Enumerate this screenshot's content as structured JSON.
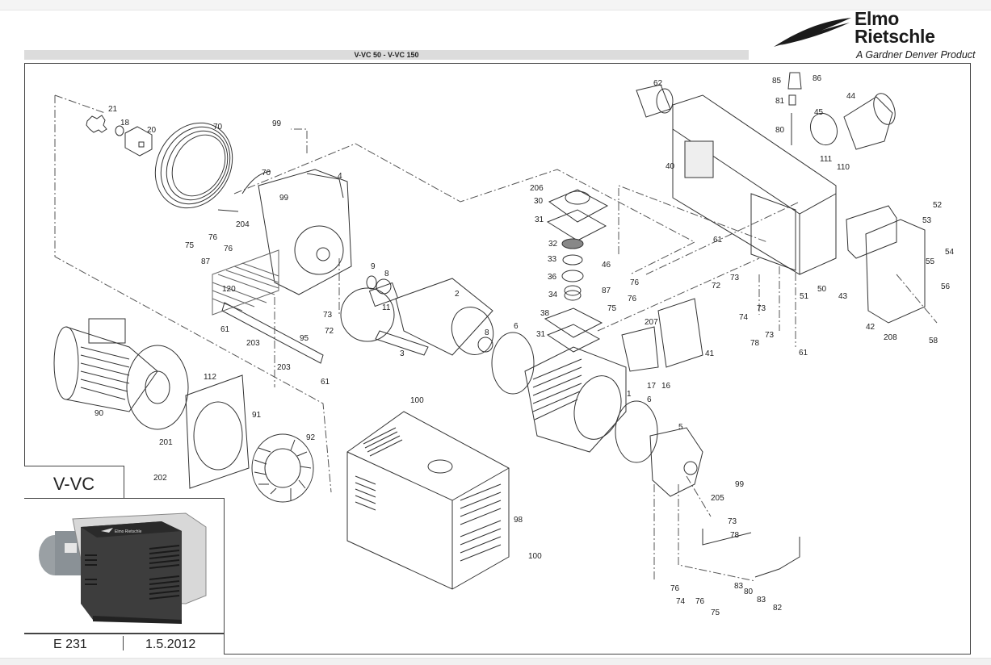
{
  "document": {
    "title": "V-VC 50  -  V-VC 150",
    "series": "V-VC",
    "document_code": "E 231",
    "date": "1.5.2012"
  },
  "brand": {
    "name_line1": "Elmo",
    "name_line2": "Rietschle",
    "tagline": "A Gardner Denver Product",
    "logo_icon": "swoosh-logo-icon",
    "color": "#1b1b1b"
  },
  "photo": {
    "description": "Product photo of V-VC vacuum pump",
    "cover_label": "Elmo Rietschle"
  },
  "part_labels": [
    {
      "id": "21",
      "text": "21"
    },
    {
      "id": "18",
      "text": "18"
    },
    {
      "id": "20",
      "text": "20"
    },
    {
      "id": "70a",
      "text": "70"
    },
    {
      "id": "99a",
      "text": "99"
    },
    {
      "id": "70b",
      "text": "70"
    },
    {
      "id": "4",
      "text": "4"
    },
    {
      "id": "99b",
      "text": "99"
    },
    {
      "id": "204",
      "text": "204"
    },
    {
      "id": "75a",
      "text": "75"
    },
    {
      "id": "76a",
      "text": "76"
    },
    {
      "id": "76b",
      "text": "76"
    },
    {
      "id": "87a",
      "text": "87"
    },
    {
      "id": "120",
      "text": "120"
    },
    {
      "id": "9",
      "text": "9"
    },
    {
      "id": "8a",
      "text": "8"
    },
    {
      "id": "11",
      "text": "11"
    },
    {
      "id": "2",
      "text": "2"
    },
    {
      "id": "3",
      "text": "3"
    },
    {
      "id": "8b",
      "text": "8"
    },
    {
      "id": "73a",
      "text": "73"
    },
    {
      "id": "72a",
      "text": "72"
    },
    {
      "id": "61a",
      "text": "61"
    },
    {
      "id": "203a",
      "text": "203"
    },
    {
      "id": "203b",
      "text": "203"
    },
    {
      "id": "95",
      "text": "95"
    },
    {
      "id": "61b",
      "text": "61"
    },
    {
      "id": "90",
      "text": "90"
    },
    {
      "id": "112",
      "text": "112"
    },
    {
      "id": "91",
      "text": "91"
    },
    {
      "id": "201",
      "text": "201"
    },
    {
      "id": "202",
      "text": "202"
    },
    {
      "id": "92",
      "text": "92"
    },
    {
      "id": "100a",
      "text": "100"
    },
    {
      "id": "98",
      "text": "98"
    },
    {
      "id": "100b",
      "text": "100"
    },
    {
      "id": "206",
      "text": "206"
    },
    {
      "id": "30",
      "text": "30"
    },
    {
      "id": "31a",
      "text": "31"
    },
    {
      "id": "32",
      "text": "32"
    },
    {
      "id": "33",
      "text": "33"
    },
    {
      "id": "36",
      "text": "36"
    },
    {
      "id": "34",
      "text": "34"
    },
    {
      "id": "38",
      "text": "38"
    },
    {
      "id": "31b",
      "text": "31"
    },
    {
      "id": "6a",
      "text": "6"
    },
    {
      "id": "46",
      "text": "46"
    },
    {
      "id": "76c",
      "text": "76"
    },
    {
      "id": "87b",
      "text": "87"
    },
    {
      "id": "76d",
      "text": "76"
    },
    {
      "id": "75b",
      "text": "75"
    },
    {
      "id": "207",
      "text": "207"
    },
    {
      "id": "41",
      "text": "41"
    },
    {
      "id": "17",
      "text": "17"
    },
    {
      "id": "16",
      "text": "16"
    },
    {
      "id": "1",
      "text": "1"
    },
    {
      "id": "6b",
      "text": "6"
    },
    {
      "id": "5",
      "text": "5"
    },
    {
      "id": "99c",
      "text": "99"
    },
    {
      "id": "205",
      "text": "205"
    },
    {
      "id": "73b",
      "text": "73"
    },
    {
      "id": "78a",
      "text": "78"
    },
    {
      "id": "76e",
      "text": "76"
    },
    {
      "id": "74a",
      "text": "74"
    },
    {
      "id": "76f",
      "text": "76"
    },
    {
      "id": "75c",
      "text": "75"
    },
    {
      "id": "83a",
      "text": "83"
    },
    {
      "id": "80a",
      "text": "80"
    },
    {
      "id": "83b",
      "text": "83"
    },
    {
      "id": "82",
      "text": "82"
    },
    {
      "id": "62",
      "text": "62"
    },
    {
      "id": "85",
      "text": "85"
    },
    {
      "id": "86",
      "text": "86"
    },
    {
      "id": "81",
      "text": "81"
    },
    {
      "id": "80b",
      "text": "80"
    },
    {
      "id": "44",
      "text": "44"
    },
    {
      "id": "45",
      "text": "45"
    },
    {
      "id": "40",
      "text": "40"
    },
    {
      "id": "111",
      "text": "111"
    },
    {
      "id": "110",
      "text": "110"
    },
    {
      "id": "52",
      "text": "52"
    },
    {
      "id": "53",
      "text": "53"
    },
    {
      "id": "61c",
      "text": "61"
    },
    {
      "id": "73c",
      "text": "73"
    },
    {
      "id": "72b",
      "text": "72"
    },
    {
      "id": "73d",
      "text": "73"
    },
    {
      "id": "74b",
      "text": "74"
    },
    {
      "id": "73e",
      "text": "73"
    },
    {
      "id": "78b",
      "text": "78"
    },
    {
      "id": "51",
      "text": "51"
    },
    {
      "id": "50",
      "text": "50"
    },
    {
      "id": "61d",
      "text": "61"
    },
    {
      "id": "43",
      "text": "43"
    },
    {
      "id": "42",
      "text": "42"
    },
    {
      "id": "208",
      "text": "208"
    },
    {
      "id": "54",
      "text": "54"
    },
    {
      "id": "55",
      "text": "55"
    },
    {
      "id": "56",
      "text": "56"
    },
    {
      "id": "58",
      "text": "58"
    }
  ]
}
